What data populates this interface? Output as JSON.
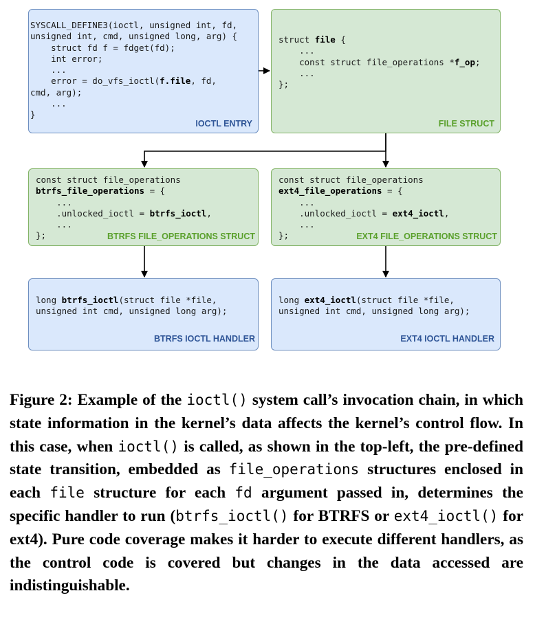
{
  "ioctl_entry": {
    "label": "IOCTL ENTRY",
    "l1": "SYSCALL_DEFINE3(ioctl, unsigned int, fd,",
    "l2": "unsigned int, cmd, unsigned long, arg) {",
    "l3": "    struct fd f = fdget(fd);",
    "l4": "    int error;",
    "l5": "    ...",
    "l6a": "    error = do_vfs_ioctl(",
    "l6b": "f.file",
    "l6c": ", fd,",
    "l7": "cmd, arg);",
    "l8": "    ...",
    "l9": "}"
  },
  "file_struct": {
    "label": "FILE STRUCT",
    "l1a": "struct ",
    "l1b": "file",
    "l1c": " {",
    "l2": "    ...",
    "l3a": "    const struct file_operations *",
    "l3b": "f_op",
    "l3c": ";",
    "l4": "    ...",
    "l5": "};"
  },
  "btrfs_ops": {
    "label": "BTRFS FILE_OPERATIONS STRUCT",
    "l1": "const struct file_operations",
    "l2a": "btrfs_file_operations",
    "l2b": " = {",
    "l3": "    ...",
    "l4a": "    .unlocked_ioctl = ",
    "l4b": "btrfs_ioctl",
    "l4c": ",",
    "l5": "    ...",
    "l6": "};"
  },
  "ext4_ops": {
    "label": "EXT4 FILE_OPERATIONS STRUCT",
    "l1": "const struct file_operations",
    "l2a": "ext4_file_operations",
    "l2b": " = {",
    "l3": "    ...",
    "l4a": "    .unlocked_ioctl = ",
    "l4b": "ext4_ioctl",
    "l4c": ",",
    "l5": "    ...",
    "l6": "};"
  },
  "btrfs_handler": {
    "label": "BTRFS IOCTL HANDLER",
    "l1a": "long ",
    "l1b": "btrfs_ioctl",
    "l1c": "(struct file *file,",
    "l2": "unsigned int cmd, unsigned long arg);"
  },
  "ext4_handler": {
    "label": "EXT4 IOCTL HANDLER",
    "l1a": "long ",
    "l1b": "ext4_ioctl",
    "l1c": "(struct file *file,",
    "l2": "unsigned int cmd, unsigned long arg);"
  },
  "caption": {
    "t1": "Figure 2: Example of the ",
    "m1": "ioctl()",
    "t2": " system call’s invocation chain, in which state information in the kernel’s data af­fects the kernel’s control flow. In this case, when ",
    "m2": "ioctl()",
    "t3": " is called, as shown in the top-left, the pre-defined state tran­sition, embedded as ",
    "m3": "file_operations",
    "t4": " structures enclosed in each ",
    "m4": "file",
    "t5": " structure for each ",
    "m5": "fd",
    "t6": " argument passed in, deter­mines the specific handler to run (",
    "m6": "btrfs_ioctl()",
    "t7": " for BTRFS or ",
    "m7": "ext4_ioctl()",
    "t8": " for ext4). Pure code coverage makes it harder to execute different handlers, as the control code is covered but changes in the data accessed are indistinguishable."
  }
}
